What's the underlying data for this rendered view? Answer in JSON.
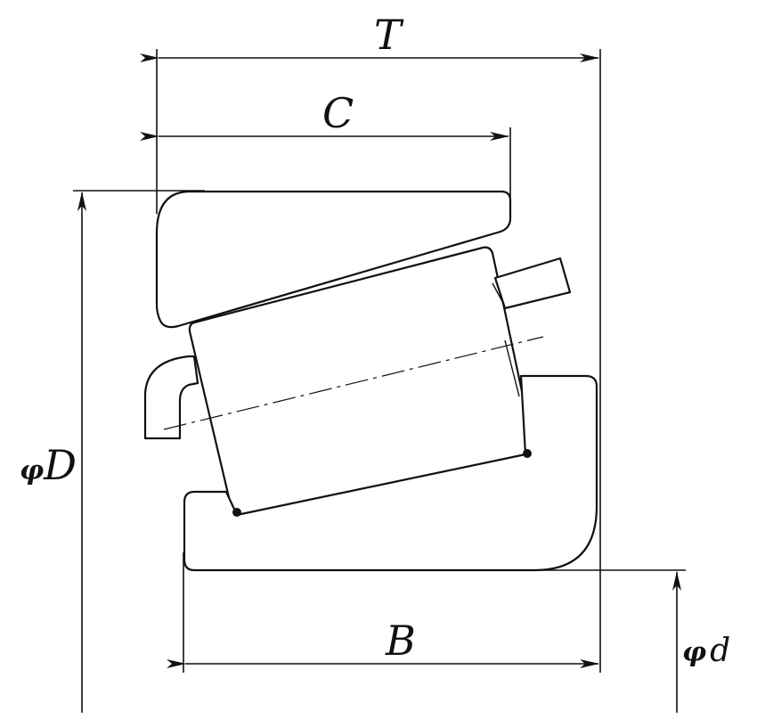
{
  "labels": {
    "T": "T",
    "C": "C",
    "B": "B",
    "D_symbol": "φ",
    "D_letter": "D",
    "d_symbol": "φ",
    "d_letter": "d"
  }
}
